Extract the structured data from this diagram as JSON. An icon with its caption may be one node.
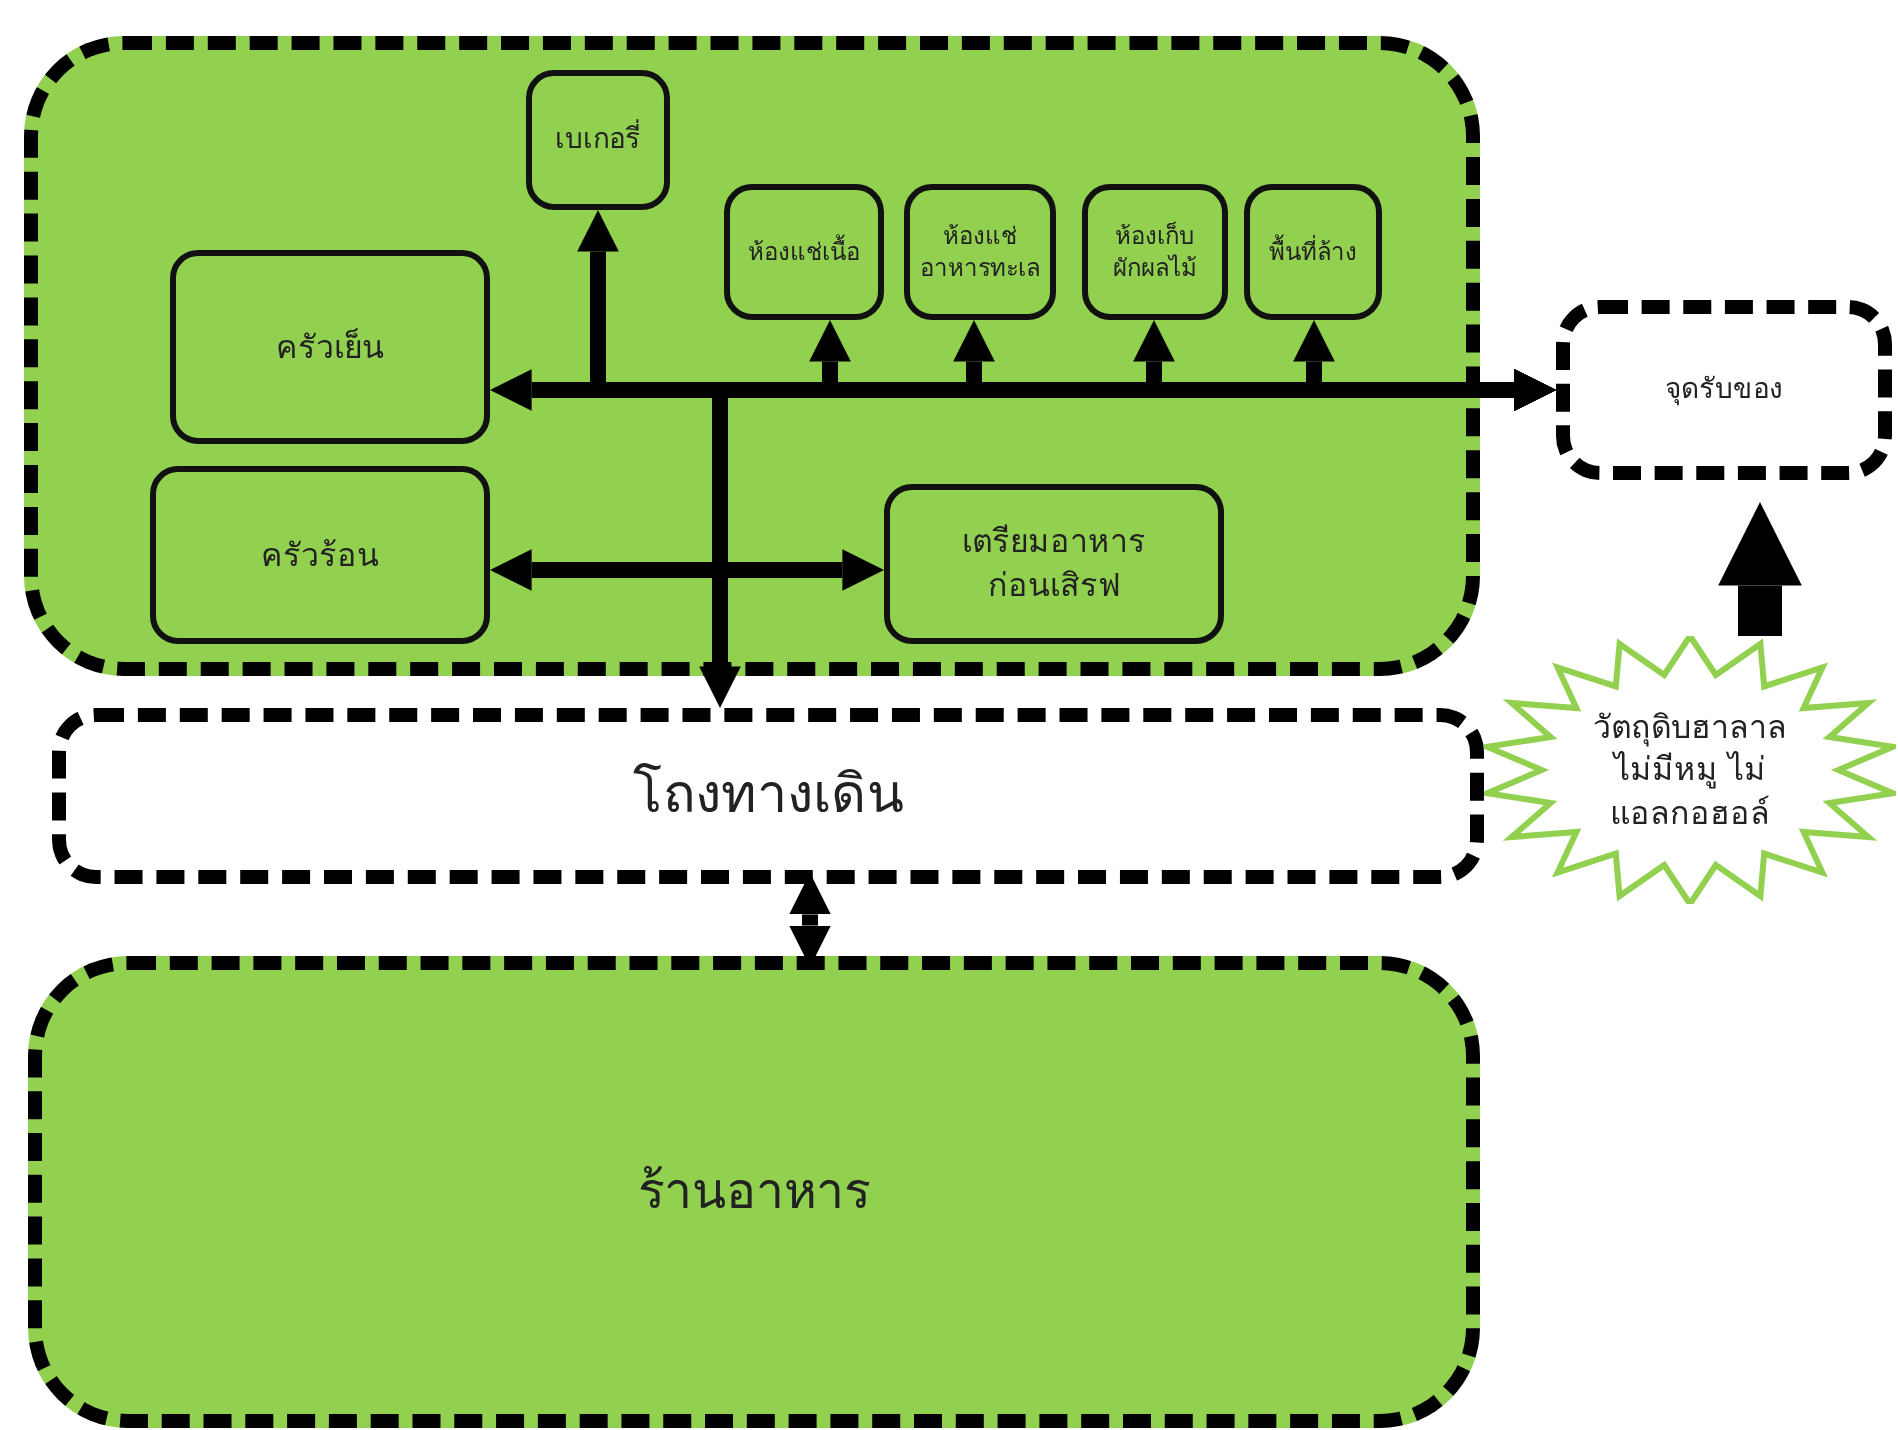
{
  "diagram": {
    "nodes": [
      {
        "text": [],
        "shape": "box"
      },
      {
        "text": [
          "เบเกอรี่"
        ],
        "in": 0
      },
      {
        "text": [
          "ครัวเย็น"
        ],
        "in": 0
      },
      {
        "text": [
          "ห้องแช่เนื้อ"
        ],
        "in": 0
      },
      {
        "text": [
          "ห้องแช่ อาหารทะเล"
        ],
        "in": 0
      },
      {
        "text": [
          "ห้องเก็บ ผักผลไม้"
        ],
        "in": 0
      },
      {
        "text": [
          "พื้นที่ล้าง"
        ],
        "in": 0
      },
      {
        "text": [
          "ครัวร้อน"
        ],
        "in": 0
      },
      {
        "text": [
          "เตรียมอาหาร ก่อนเสิรฟ"
        ],
        "in": 0
      },
      {
        "text": [
          "จุดรับของ"
        ]
      },
      {
        "text": [
          "โถงทางเดิน"
        ]
      },
      {
        "text": [
          "ร้านอาหาร"
        ]
      },
      {
        "text": [
          "วัตถุดิบฮาลาล ไม่มีหมู ไม่ แอลกอฮอล์"
        ]
      }
    ],
    "edges": [
      {
        "from": 9,
        "to": 2,
        "arrow": "both"
      },
      {
        "from": 9,
        "to": 1,
        "arrow": "both"
      },
      {
        "from": 9,
        "to": 3,
        "arrow": "both"
      },
      {
        "from": 9,
        "to": 4,
        "arrow": "both"
      },
      {
        "from": 9,
        "to": 5,
        "arrow": "both"
      },
      {
        "from": 9,
        "to": 6,
        "arrow": "both"
      },
      {
        "from": 9,
        "to": 10,
        "arrow": "both"
      },
      {
        "from": 7,
        "to": 8,
        "arrow": "both"
      },
      {
        "from": 10,
        "to": 11,
        "arrow": "both"
      },
      {
        "from": 12,
        "to": 9,
        "arrow": "to",
        "style": "thick"
      }
    ]
  }
}
